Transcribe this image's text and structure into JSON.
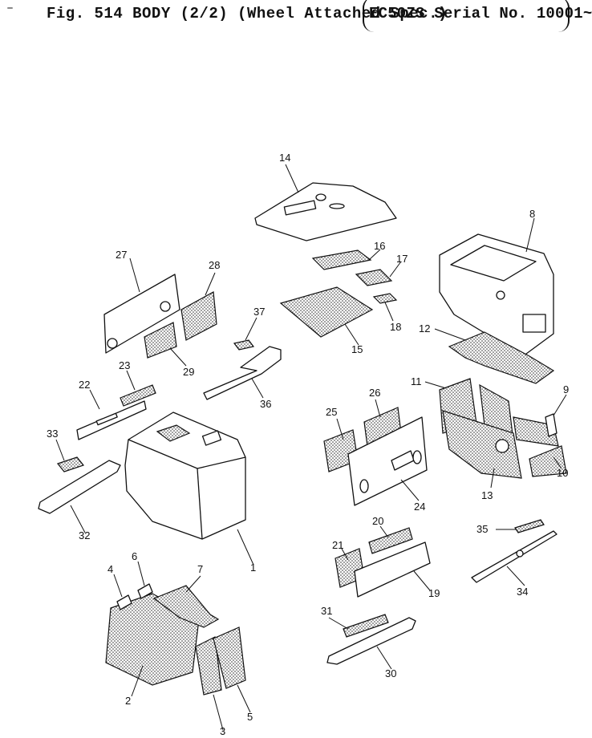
{
  "header": {
    "dash": "–",
    "figure": "Fig. 514  BODY (2/2) (Wheel Attached Spec.)",
    "serial": "EC50ZS Serial No. 10001~"
  },
  "callouts": {
    "n1": "1",
    "n2": "2",
    "n3": "3",
    "n4": "4",
    "n5": "5",
    "n6": "6",
    "n7": "7",
    "n8": "8",
    "n9": "9",
    "n10": "10",
    "n11": "11",
    "n12": "12",
    "n13": "13",
    "n14": "14",
    "n15": "15",
    "n16": "16",
    "n17": "17",
    "n18": "18",
    "n19": "19",
    "n20": "20",
    "n21": "21",
    "n22": "22",
    "n23": "23",
    "n24": "24",
    "n25": "25",
    "n26": "26",
    "n27": "27",
    "n28": "28",
    "n29": "29",
    "n30": "30",
    "n31": "31",
    "n32": "32",
    "n33": "33",
    "n34": "34",
    "n35": "35",
    "n36": "36",
    "n37": "37"
  }
}
